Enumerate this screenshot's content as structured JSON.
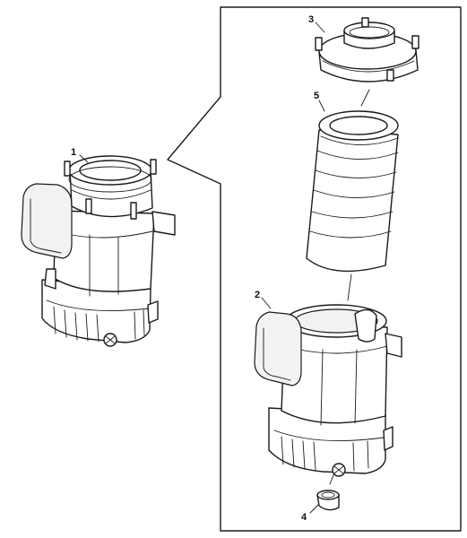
{
  "diagram": {
    "callouts": {
      "assembled_housing": "1",
      "lower_housing": "2",
      "top_cover": "3",
      "drain_valve": "4",
      "filter_element": "5"
    }
  }
}
